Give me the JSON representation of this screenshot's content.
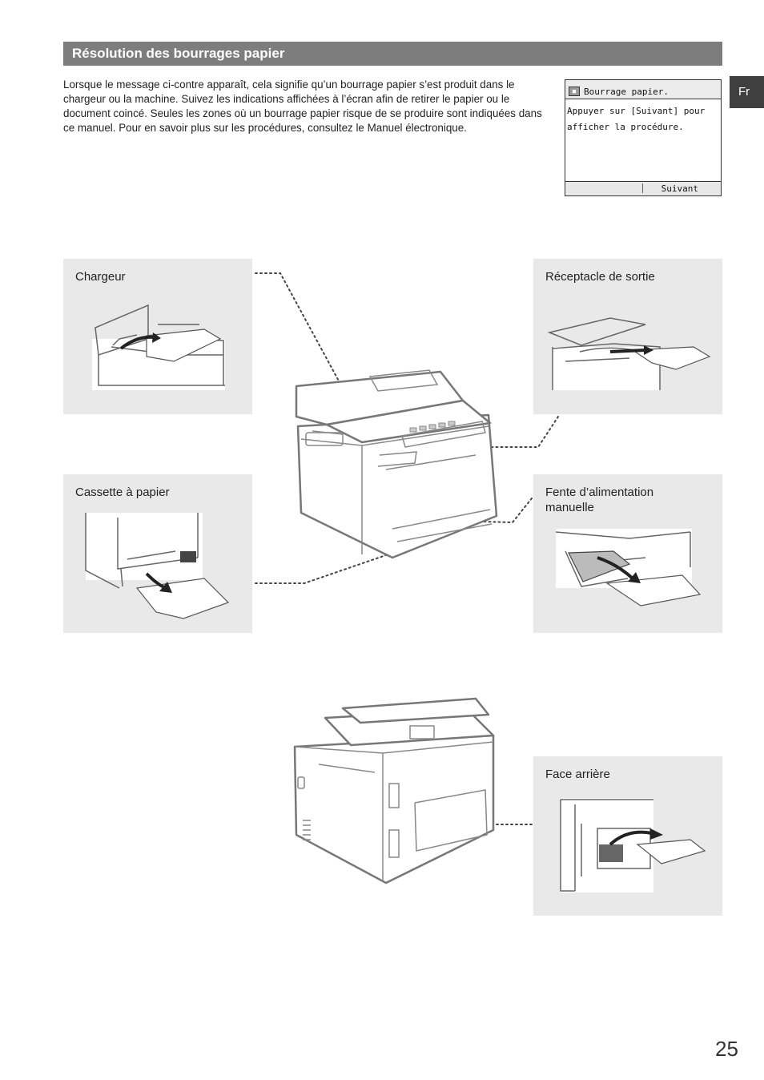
{
  "section": {
    "title": "Résolution des bourrages papier"
  },
  "language_tab": "Fr",
  "intro_text": "Lorsque le message ci-contre apparaît, cela signifie qu’un bourrage papier s’est produit dans le chargeur ou la machine. Suivez les indications affichées à l’écran afin de retirer le papier ou le document coincé. Seules les zones où un bourrage papier risque de se produire sont indiquées dans ce manuel. Pour en savoir plus sur les procédures, consultez le Manuel électronique.",
  "lcd": {
    "title": "Bourrage papier.",
    "line1": "Appuyer sur [Suivant] pour",
    "line2": "afficher la procédure.",
    "next_button": "Suivant"
  },
  "panels": {
    "feeder": "Chargeur",
    "output_tray": "Réceptacle de sortie",
    "paper_cassette": "Cassette à papier",
    "manual_feed_line1": "Fente d’alimentation",
    "manual_feed_line2": "manuelle",
    "rear_side": "Face arrière"
  },
  "page_number": "25",
  "colors": {
    "section_bar": "#7d7d7d",
    "language_tab": "#3f3f3f",
    "panel_background": "#e9e9e9",
    "line_art": "#666666"
  }
}
